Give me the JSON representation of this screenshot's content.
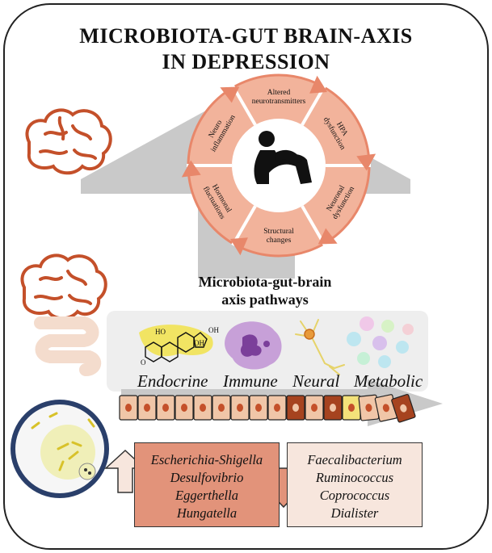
{
  "title": {
    "line1": "MICROBIOTA-GUT BRAIN-AXIS",
    "line2": "IN DEPRESSION"
  },
  "cycle": {
    "segments": [
      {
        "line1": "Altered",
        "line2": "neurotransmitters"
      },
      {
        "line1": "HPA",
        "line2": "dysfunction"
      },
      {
        "line1": "Neuronal",
        "line2": "dysfunction"
      },
      {
        "line1": "Structural",
        "line2": "changes"
      },
      {
        "line1": "Hormonal",
        "line2": "fluctuations"
      },
      {
        "line1": "Neuro",
        "line2": "inflammation"
      }
    ]
  },
  "pathways": {
    "title_line1": "Microbiota-gut-brain",
    "title_line2": "axis pathways",
    "labels": [
      "Endocrine",
      "Immune",
      "Neural",
      "Metabolic"
    ],
    "molecule_labels": [
      "HO",
      "OH",
      "OH",
      "O"
    ]
  },
  "increased": [
    "Escherichia-Shigella",
    "Desulfovibrio",
    "Eggerthella",
    "Hungatella"
  ],
  "decreased": [
    "Faecalibacterium",
    "Ruminococcus",
    "Coprococcus",
    "Dialister"
  ],
  "colors": {
    "ring": "#f2b39b",
    "ring_arrow": "#e8876a",
    "brain": "#c4502a",
    "gray_arrow": "#c9c9c9",
    "cell_normal": "#f0c6a8",
    "cell_dark": "#a6431f",
    "cell_yellow": "#f3e27a",
    "box_up": "#e2937a",
    "box_down": "#f7e6dd"
  }
}
